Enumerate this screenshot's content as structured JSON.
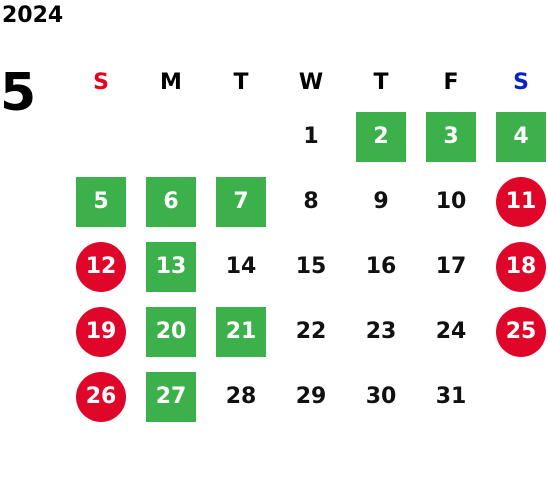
{
  "year": "2024",
  "month": "5",
  "weekdays": [
    {
      "label": "S",
      "kind": "sun"
    },
    {
      "label": "M",
      "kind": "weekday"
    },
    {
      "label": "T",
      "kind": "weekday"
    },
    {
      "label": "W",
      "kind": "weekday"
    },
    {
      "label": "T",
      "kind": "weekday"
    },
    {
      "label": "F",
      "kind": "weekday"
    },
    {
      "label": "S",
      "kind": "sat"
    }
  ],
  "colors": {
    "green": "#3cb04a",
    "red": "#e0062a",
    "sun": "#e8001c",
    "sat": "#0a22c8"
  },
  "days": [
    {
      "day": "",
      "style": "blank"
    },
    {
      "day": "",
      "style": "blank"
    },
    {
      "day": "",
      "style": "blank"
    },
    {
      "day": "1",
      "style": "plain"
    },
    {
      "day": "2",
      "style": "green"
    },
    {
      "day": "3",
      "style": "green"
    },
    {
      "day": "4",
      "style": "green"
    },
    {
      "day": "5",
      "style": "green"
    },
    {
      "day": "6",
      "style": "green"
    },
    {
      "day": "7",
      "style": "green"
    },
    {
      "day": "8",
      "style": "plain"
    },
    {
      "day": "9",
      "style": "plain"
    },
    {
      "day": "10",
      "style": "plain"
    },
    {
      "day": "11",
      "style": "red"
    },
    {
      "day": "12",
      "style": "red"
    },
    {
      "day": "13",
      "style": "green"
    },
    {
      "day": "14",
      "style": "plain"
    },
    {
      "day": "15",
      "style": "plain"
    },
    {
      "day": "16",
      "style": "plain"
    },
    {
      "day": "17",
      "style": "plain"
    },
    {
      "day": "18",
      "style": "red"
    },
    {
      "day": "19",
      "style": "red"
    },
    {
      "day": "20",
      "style": "green"
    },
    {
      "day": "21",
      "style": "green"
    },
    {
      "day": "22",
      "style": "plain"
    },
    {
      "day": "23",
      "style": "plain"
    },
    {
      "day": "24",
      "style": "plain"
    },
    {
      "day": "25",
      "style": "red"
    },
    {
      "day": "26",
      "style": "red"
    },
    {
      "day": "27",
      "style": "green"
    },
    {
      "day": "28",
      "style": "plain"
    },
    {
      "day": "29",
      "style": "plain"
    },
    {
      "day": "30",
      "style": "plain"
    },
    {
      "day": "31",
      "style": "plain"
    }
  ]
}
